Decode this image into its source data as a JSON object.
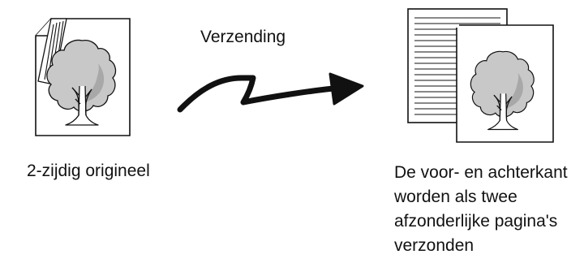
{
  "labels": {
    "original": "2-zijdig origineel",
    "transmission": "Verzending",
    "result": [
      "De voor- en achterkant",
      "worden als twee",
      "afzonderlijke pagina's",
      "verzonden"
    ]
  },
  "icons": {
    "source": "two-sided-original-document-icon",
    "arrow": "transmission-zigzag-arrow-icon",
    "output_back": "text-page-icon",
    "output_front": "tree-page-icon"
  },
  "colors": {
    "line": "#111111",
    "paper": "#ffffff",
    "foliage": "#c8c8c8",
    "foliage_dark": "#a8a8a8"
  }
}
